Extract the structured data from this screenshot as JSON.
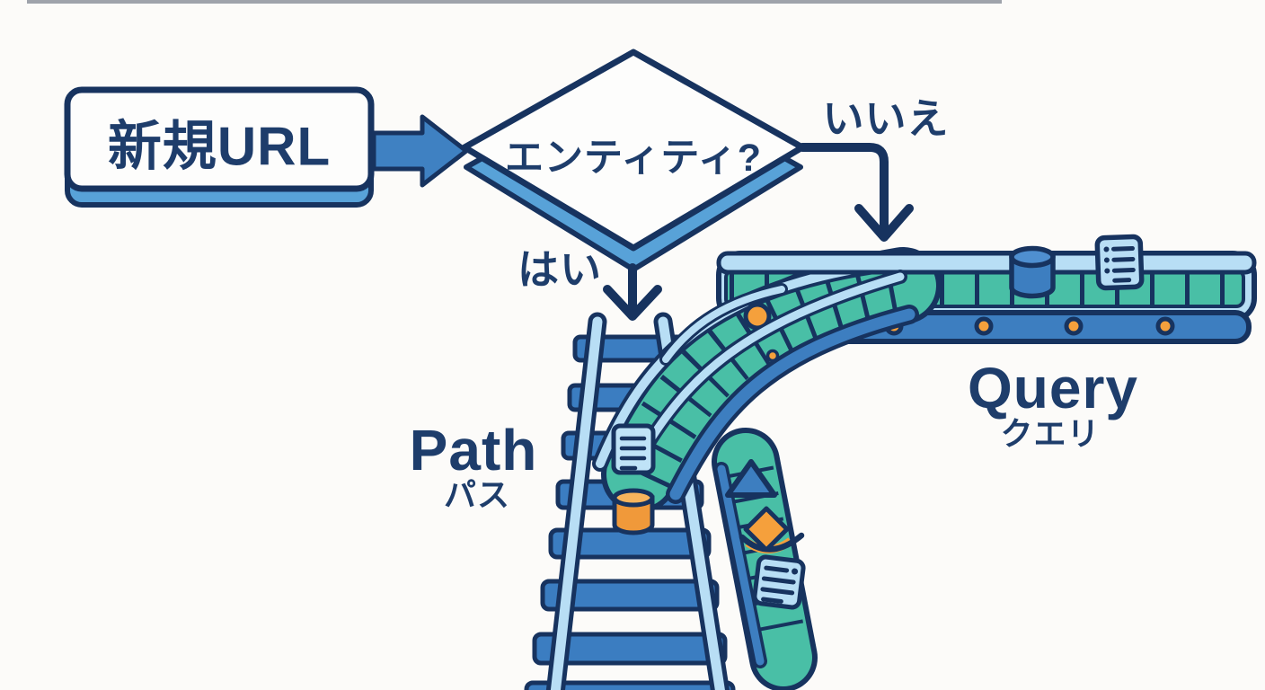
{
  "diagram": {
    "start_node": {
      "label": "新規URL"
    },
    "decision_node": {
      "label": "エンティティ?"
    },
    "no_branch": {
      "label": "いいえ"
    },
    "yes_branch": {
      "label": "はい"
    },
    "path_destination": {
      "label": "Path",
      "label_ja": "パス"
    },
    "query_destination": {
      "label": "Query",
      "label_ja": "クエリ"
    },
    "icons": {
      "flow_arrow": "right-arrow-icon",
      "on_path_track": [
        "document-icon",
        "database-cylinder-icon"
      ],
      "on_query_belt": [
        "database-cylinder-icon",
        "list-document-icon"
      ],
      "on_side_belt": [
        "triangle-icon",
        "diamond-page-icon",
        "document-icon"
      ]
    },
    "colors": {
      "outline_navy": "#17335f",
      "text_navy": "#1e3d6b",
      "blue": "#3d7ec0",
      "light_blue": "#b8def5",
      "shadow_blue": "#58a2d8",
      "teal": "#49bfa6",
      "orange": "#f5a03c",
      "background": "#fcfbf9"
    }
  }
}
